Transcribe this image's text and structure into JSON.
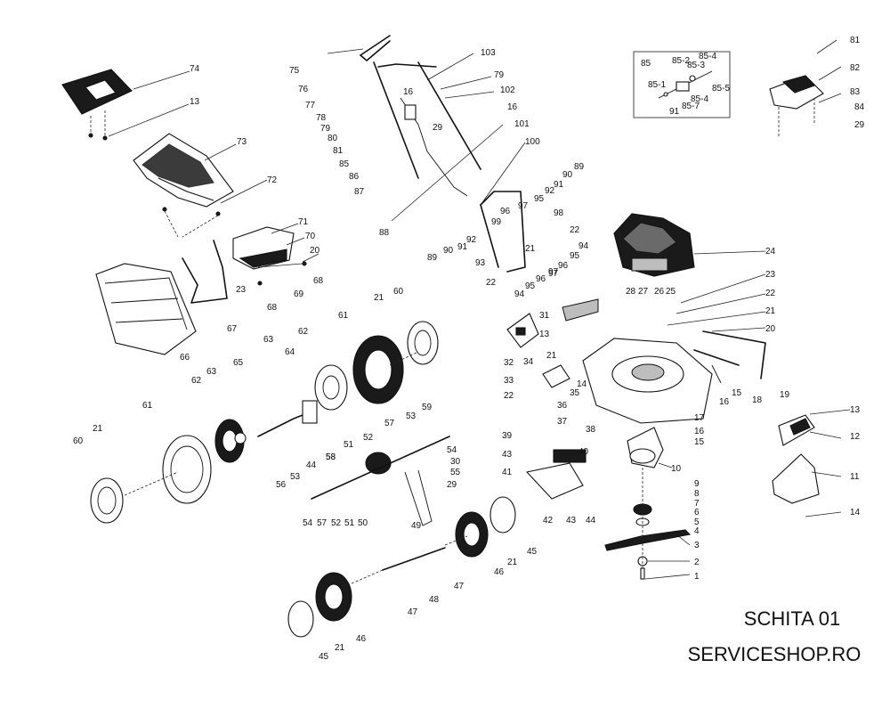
{
  "footer": {
    "title": "SCHITA 01",
    "site": "SERVICESHOP.RO"
  },
  "inset": {
    "title": "85",
    "labels": [
      "85-2",
      "85-3",
      "85-4",
      "85-5",
      "85-1",
      "91",
      "85-4",
      "85-7"
    ]
  },
  "callouts": [
    "74",
    "13",
    "73",
    "72",
    "71",
    "70",
    "20",
    "68",
    "23",
    "69",
    "68",
    "67",
    "66",
    "75",
    "76",
    "77",
    "78",
    "79",
    "80",
    "81",
    "85",
    "86",
    "87",
    "88",
    "16",
    "29",
    "103",
    "79",
    "102",
    "16",
    "101",
    "100",
    "89",
    "90",
    "91",
    "92",
    "95",
    "97",
    "98",
    "96",
    "99",
    "22",
    "94",
    "95",
    "96",
    "97",
    "89",
    "90",
    "91",
    "92",
    "93",
    "21",
    "22",
    "94",
    "95",
    "96",
    "97",
    "81",
    "82",
    "83",
    "84",
    "29",
    "24",
    "23",
    "22",
    "21",
    "28",
    "27",
    "26",
    "25",
    "31",
    "13",
    "32",
    "34",
    "21",
    "14",
    "33",
    "22",
    "20",
    "19",
    "18",
    "16",
    "15",
    "35",
    "36",
    "37",
    "38",
    "39",
    "16",
    "17",
    "15",
    "43",
    "41",
    "40",
    "42",
    "43",
    "44",
    "10",
    "9",
    "8",
    "7",
    "6",
    "5",
    "4",
    "3",
    "2",
    "1",
    "13",
    "12",
    "11",
    "14",
    "21",
    "60",
    "61",
    "62",
    "63",
    "64",
    "65",
    "63",
    "61",
    "62",
    "60",
    "21",
    "59",
    "53",
    "57",
    "58",
    "54",
    "30",
    "55",
    "29",
    "52",
    "51",
    "50",
    "49",
    "56",
    "53",
    "44",
    "58",
    "54",
    "57",
    "52",
    "51",
    "45",
    "21",
    "46",
    "47",
    "48",
    "47",
    "46",
    "21",
    "45"
  ]
}
